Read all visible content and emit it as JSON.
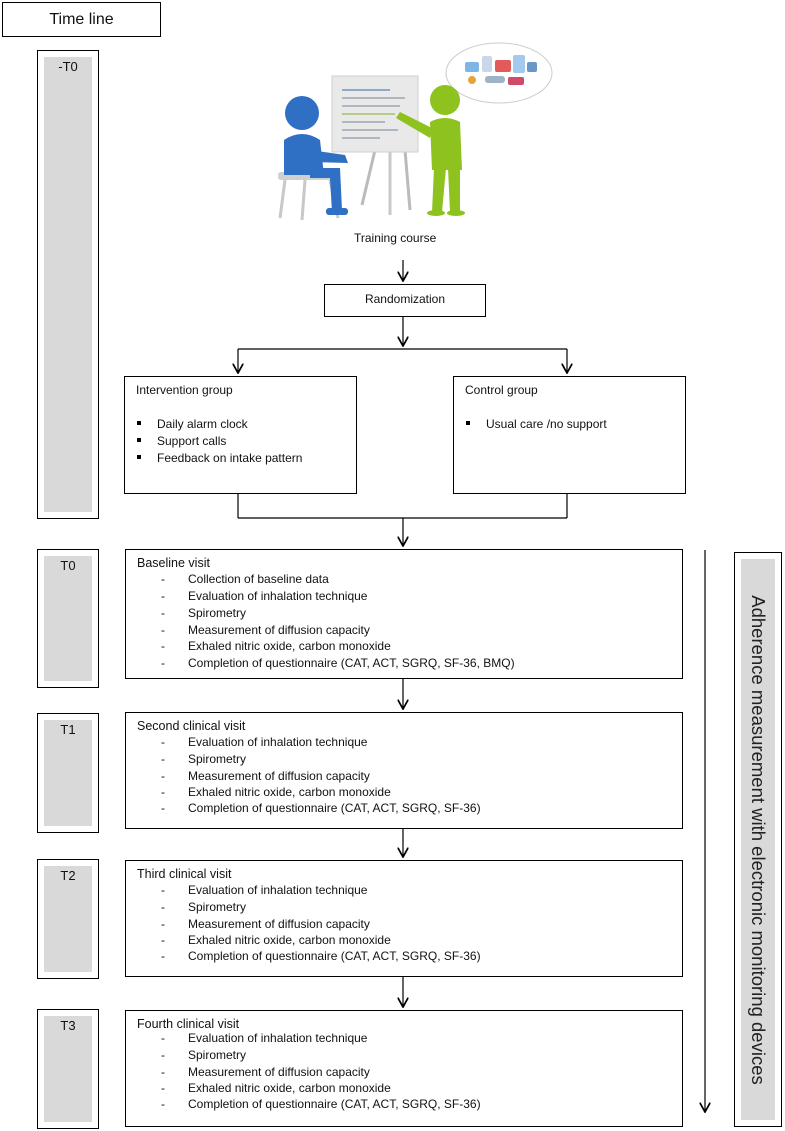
{
  "timeline": {
    "header": "Time line",
    "phases": [
      "-T0",
      "T0",
      "T1",
      "T2",
      "T3"
    ]
  },
  "training": {
    "caption": "Training course"
  },
  "randomization": {
    "label": "Randomization"
  },
  "intervention": {
    "title": "Intervention group",
    "items": [
      "Daily alarm clock",
      "Support calls",
      "Feedback on intake pattern"
    ]
  },
  "control": {
    "title": "Control group",
    "items": [
      "Usual care /no support"
    ]
  },
  "visits": [
    {
      "title": "Baseline visit",
      "items": [
        "Collection of baseline data",
        "Evaluation of inhalation technique",
        "Spirometry",
        "Measurement of diffusion capacity",
        "Exhaled nitric oxide, carbon monoxide",
        "Completion of questionnaire (CAT, ACT, SGRQ, SF-36, BMQ)"
      ]
    },
    {
      "title": "Second clinical visit",
      "items": [
        "Evaluation of inhalation technique",
        "Spirometry",
        "Measurement of diffusion capacity",
        "Exhaled nitric oxide, carbon monoxide",
        "Completion of questionnaire (CAT, ACT, SGRQ, SF-36)"
      ]
    },
    {
      "title": "Third clinical visit",
      "items": [
        "Evaluation of inhalation technique",
        "Spirometry",
        "Measurement of diffusion capacity",
        "Exhaled nitric oxide, carbon monoxide",
        "Completion of questionnaire (CAT, ACT, SGRQ, SF-36)"
      ]
    },
    {
      "title": "Fourth clinical visit",
      "items": [
        "Evaluation of inhalation technique",
        "Spirometry",
        "Measurement of diffusion capacity",
        "Exhaled nitric oxide, carbon monoxide",
        "Completion of questionnaire (CAT, ACT, SGRQ, SF-36)"
      ]
    }
  ],
  "adherence": {
    "label": "Adherence measurement with electronic monitoring devices"
  },
  "colors": {
    "panel_grey": "#d9d9d9",
    "person_blue": "#2f6fc4",
    "person_green": "#8dc21f"
  }
}
